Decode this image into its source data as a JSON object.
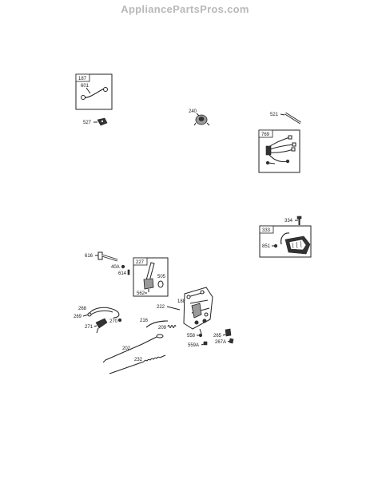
{
  "watermark": "AppliancePartsPros.com",
  "part_numbers": {
    "p187": "187",
    "p601": "601",
    "p527": "527",
    "p240": "240",
    "p521": "521",
    "p769": "769",
    "p334": "334",
    "p333": "333",
    "p851": "851",
    "p616": "616",
    "p40a": "40A",
    "p614": "614",
    "p227": "227",
    "p505": "505",
    "p562": "562",
    "p188": "188",
    "p222": "222",
    "p268": "268",
    "p269": "269",
    "p270": "270",
    "p271": "271",
    "p216": "216",
    "p209": "209",
    "p558": "558",
    "p559a": "559A",
    "p265": "265",
    "p267a": "267A",
    "p202": "202",
    "p232": "232"
  }
}
